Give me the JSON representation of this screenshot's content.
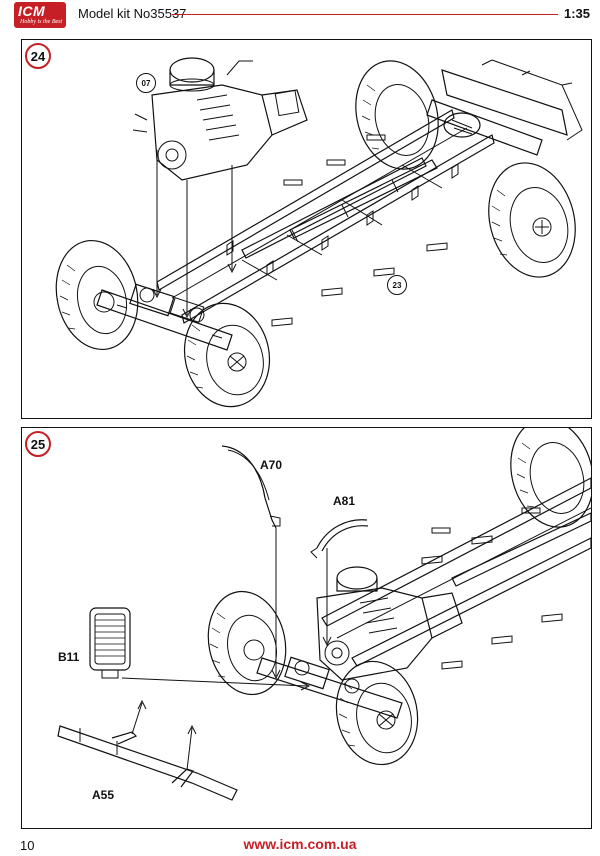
{
  "header": {
    "logo": "ICM",
    "logo_tagline": "Hobby is the Best",
    "kit_label": "Model kit No35537",
    "scale": "1:35"
  },
  "steps": [
    {
      "number": "24",
      "refs": [
        "07",
        "23"
      ]
    },
    {
      "number": "25",
      "parts": [
        "A70",
        "A81",
        "B11",
        "A55"
      ]
    }
  ],
  "footer": {
    "page_number": "10",
    "website": "www.icm.com.ua"
  },
  "colors": {
    "accent": "#c62026",
    "ink": "#111111"
  }
}
